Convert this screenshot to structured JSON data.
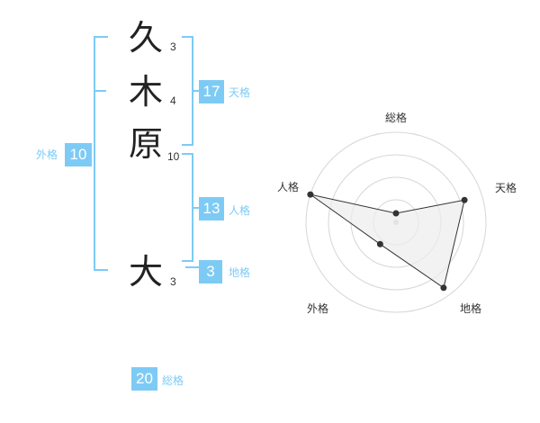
{
  "name": {
    "chars": [
      {
        "char": "久",
        "strokes": "3"
      },
      {
        "char": "木",
        "strokes": "4"
      },
      {
        "char": "原",
        "strokes": "10"
      },
      {
        "char": "大",
        "strokes": "3"
      }
    ]
  },
  "kaku": {
    "tenkaku": {
      "value": "17",
      "label": "天格"
    },
    "jinkaku": {
      "value": "13",
      "label": "人格"
    },
    "chikaku": {
      "value": "3",
      "label": "地格"
    },
    "gaikaku": {
      "value": "10",
      "label": "外格"
    },
    "soukaku": {
      "value": "20",
      "label": "総格"
    }
  },
  "colors": {
    "accent": "#7dcbf5",
    "grid": "#d6d6d6",
    "polygon_fill": "#ececec",
    "marker": "#333333"
  },
  "chart_data": {
    "type": "radar",
    "axes": [
      "総格",
      "天格",
      "地格",
      "外格",
      "人格"
    ],
    "rings": 4,
    "values": [
      0.1,
      0.8,
      0.9,
      0.3,
      1.0
    ],
    "range": [
      0,
      1
    ]
  }
}
